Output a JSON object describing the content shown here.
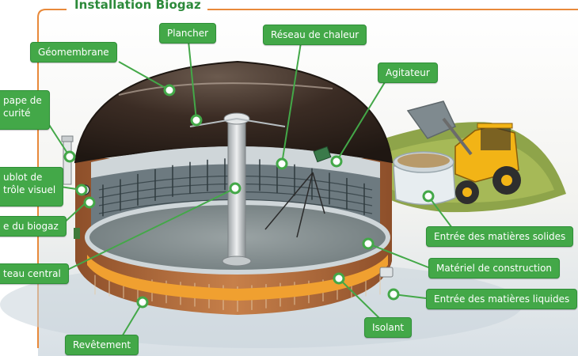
{
  "title": "Installation Biogaz",
  "labels": {
    "geomembrane": "Géomembrane",
    "plancher": "Plancher",
    "reseau": "Réseau de chaleur",
    "agitateur": "Agitateur",
    "soupape": [
      "pape de",
      "curité"
    ],
    "hublot": [
      "ublot de",
      "trôle visuel"
    ],
    "biogaz": "e du biogaz",
    "poteau": "teau central",
    "solides": "Entrée des matières solides",
    "construction": "Matériel de construction",
    "liquides": "Entrée des matières liquides",
    "isolant": "Isolant",
    "revetement": "Revêtement"
  },
  "colors": {
    "label_bg": "#43a848",
    "label_border": "#2f8f38",
    "title": "#2c8a3a",
    "frame": "#e8893a",
    "dome": "#3a2a22",
    "wall": "#b06a3c",
    "insulation": "#f0a030",
    "tractor": "#f2b416"
  }
}
